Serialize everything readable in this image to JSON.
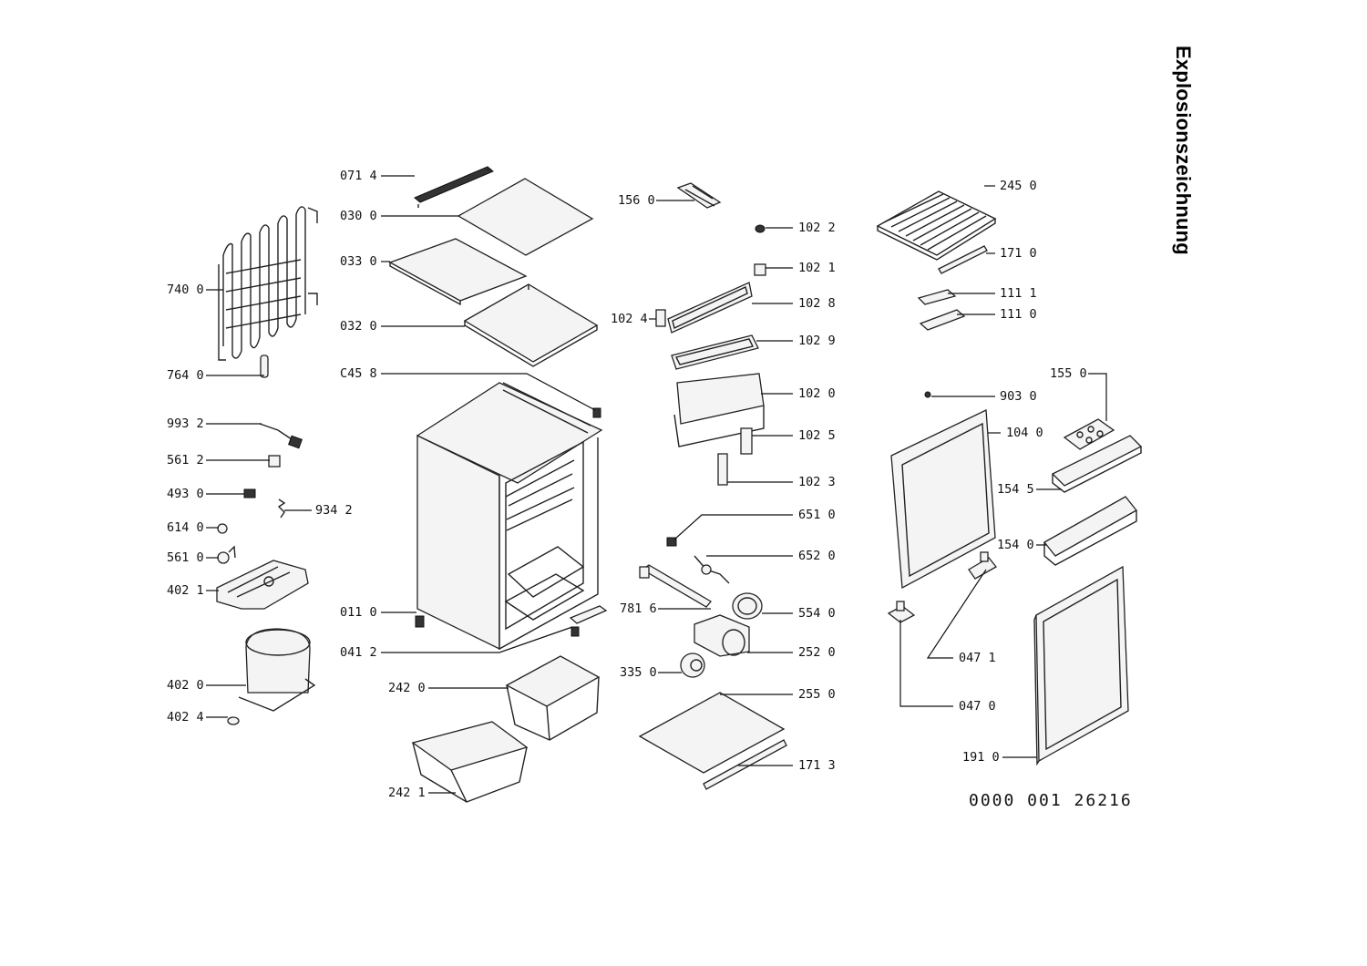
{
  "title": "Explosionszeichnung",
  "document_number": "0000 001 26216",
  "callouts": [
    "071 4",
    "030 0",
    "033 0",
    "032 0",
    "C45 8",
    "740 0",
    "764 0",
    "993 2",
    "561 2",
    "493 0",
    "934 2",
    "614 0",
    "561 0",
    "402 1",
    "011 0",
    "041 2",
    "402 0",
    "402 4",
    "242 0",
    "242 1",
    "156 0",
    "102 2",
    "102 1",
    "102 4",
    "102 8",
    "102 9",
    "102 0",
    "102 5",
    "102 3",
    "651 0",
    "652 0",
    "781 6",
    "554 0",
    "252 0",
    "335 0",
    "255 0",
    "171 3",
    "245 0",
    "171 0",
    "111 1",
    "111 0",
    "155 0",
    "903 0",
    "104 0",
    "154 5",
    "154 0",
    "047 1",
    "047 0",
    "191 0"
  ]
}
